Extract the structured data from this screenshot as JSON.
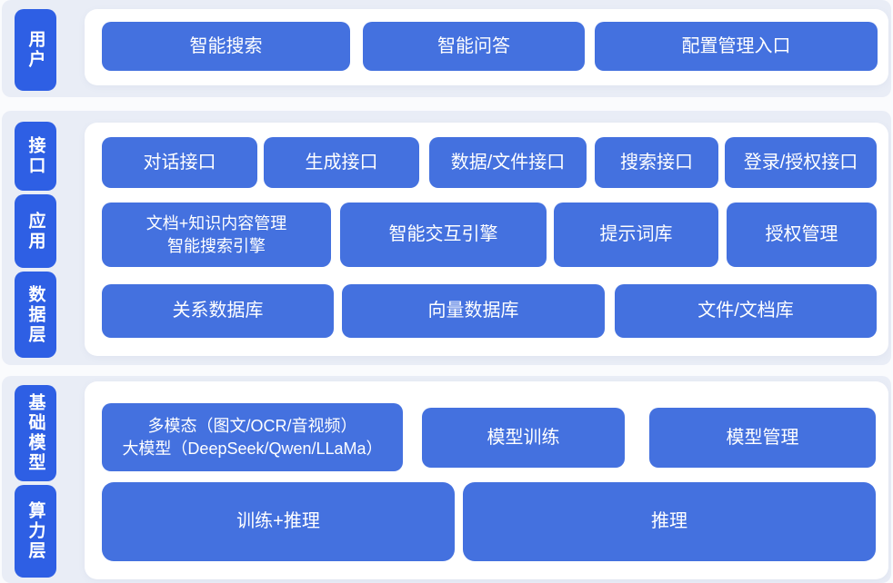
{
  "colors": {
    "page_bg": "#fafbfd",
    "band_bg": "#e9edf6",
    "panel_bg": "#ffffff",
    "node_blue": "#4471df",
    "label_blue": "#2e5fe4",
    "node_text": "#ffffff"
  },
  "user_section": {
    "layer_label": "用户",
    "nodes": [
      "智能搜索",
      "智能问答",
      "配置管理入口"
    ]
  },
  "middle_section": {
    "layer_labels": [
      "接口",
      "应用",
      "数据层"
    ],
    "interface_row": [
      "对话接口",
      "生成接口",
      "数据/文件接口",
      "搜索接口",
      "登录/授权接口"
    ],
    "application_row": {
      "doc_engine": {
        "line1": "文档+知识内容管理",
        "line2": "智能搜索引擎"
      },
      "interaction_engine": "智能交互引擎",
      "prompt_library": "提示词库",
      "auth_management": "授权管理"
    },
    "data_row": [
      "关系数据库",
      "向量数据库",
      "文件/文档库"
    ]
  },
  "bottom_section": {
    "layer_labels": [
      "基础模型",
      "算力层"
    ],
    "model_row": {
      "multimodal_llm": {
        "line1": "多模态（图文/OCR/音视频）",
        "line2": "大模型（DeepSeek/Qwen/LLaMa）"
      },
      "model_training": "模型训练",
      "model_management": "模型管理"
    },
    "compute_row": [
      "训练+推理",
      "推理"
    ]
  }
}
